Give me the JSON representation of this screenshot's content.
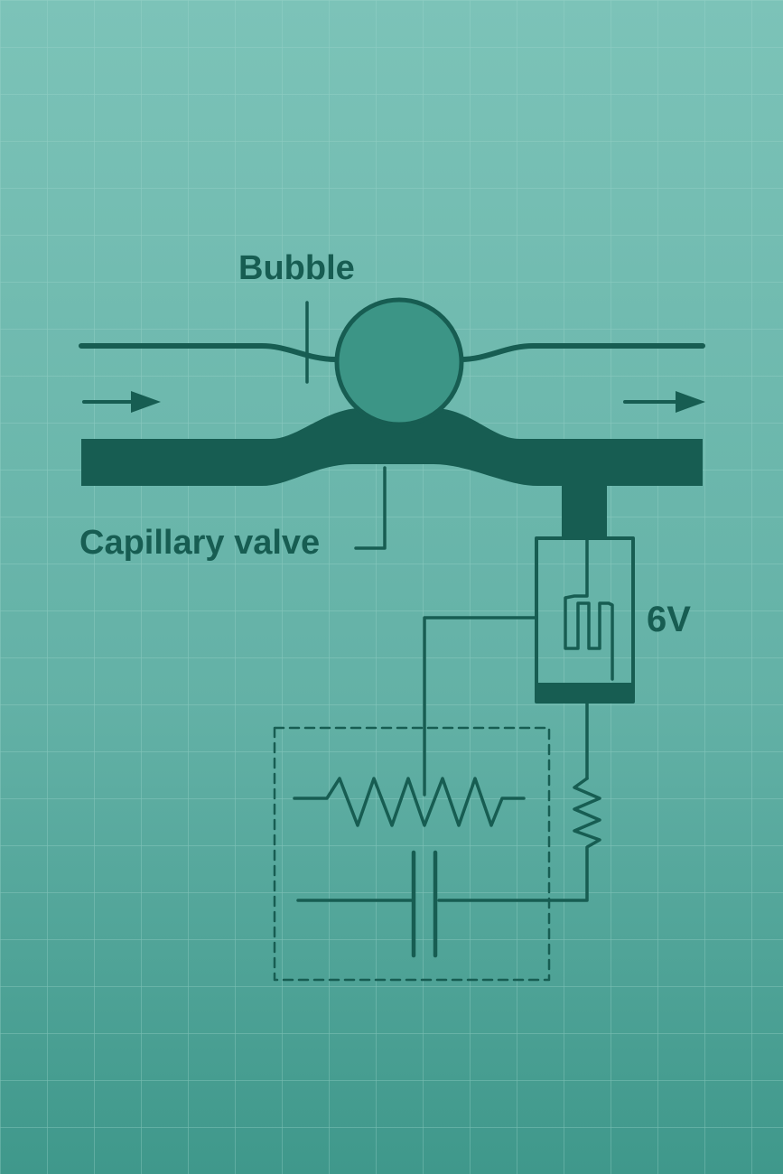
{
  "labels": {
    "bubble": "Bubble",
    "capillary_valve": "Capillary valve",
    "voltage": "6V"
  },
  "colors": {
    "background_top": "#7cc3b8",
    "background_bottom": "#3f988b",
    "grid": "#9fd4cb",
    "ink": "#175d52",
    "bubble_fill": "#3c9586"
  },
  "icons": {
    "flow_in": "right-arrow-icon",
    "flow_out": "right-arrow-icon",
    "heater": "heater-coil-icon",
    "resistor": "resistor-icon",
    "variable_resistor": "variable-resistor-icon",
    "capacitor": "capacitor-icon"
  }
}
